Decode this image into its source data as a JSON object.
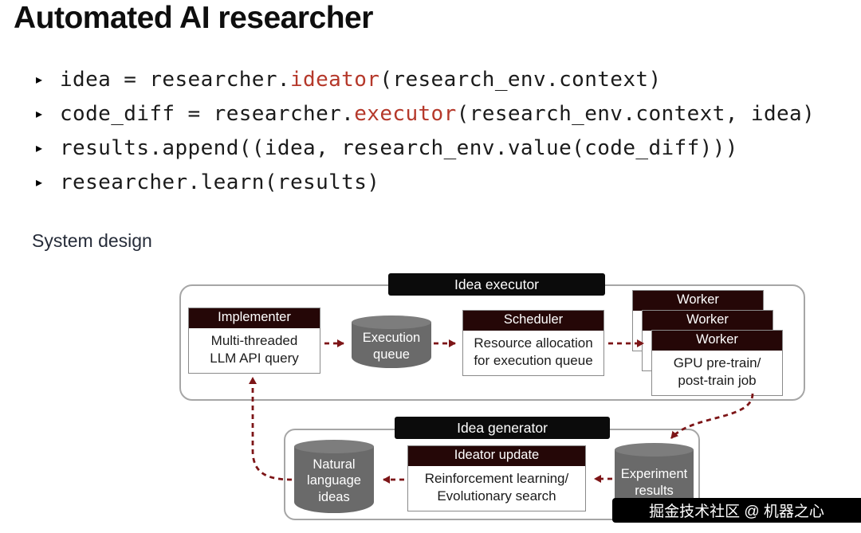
{
  "title": "Automated AI researcher",
  "bullet_glyph": "▸",
  "code_lines": [
    {
      "pre": "idea = researcher.",
      "accent": "ideator",
      "post": "(research_env.context)"
    },
    {
      "pre": "code_diff = researcher.",
      "accent": "executor",
      "post": "(research_env.context, idea)"
    },
    {
      "pre": "results.append((idea, research_env.value(code_diff)))",
      "accent": "",
      "post": ""
    },
    {
      "pre": "researcher.learn(results)",
      "accent": "",
      "post": ""
    }
  ],
  "section_heading": "System design",
  "diagram": {
    "idea_executor": {
      "tab_label": "Idea executor",
      "implementer": {
        "title": "Implementer",
        "body": "Multi-threaded\nLLM API query"
      },
      "execution_queue": "Execution\nqueue",
      "scheduler": {
        "title": "Scheduler",
        "body": "Resource allocation\nfor execution queue"
      },
      "worker_back": {
        "title": "Worker"
      },
      "worker_middle": {
        "title": "Worker"
      },
      "worker_front": {
        "title": "Worker",
        "body": "GPU pre-train/\npost-train job"
      }
    },
    "idea_generator": {
      "tab_label": "Idea generator",
      "natural_language_ideas": "Natural\nlanguage\nideas",
      "ideator_update": {
        "title": "Ideator update",
        "body": "Reinforcement learning/\nEvolutionary search"
      },
      "experiment_results": "Experiment\nresults"
    }
  },
  "watermark": "掘金技术社区 @ 机器之心",
  "colors": {
    "code_accent": "#b5382a",
    "arrow": "#7d1517",
    "node_header": "#250707",
    "tab_black": "#0b0b0b",
    "cylinder": "#6a6a6a",
    "cylinder_top": "#7d7d7d"
  }
}
